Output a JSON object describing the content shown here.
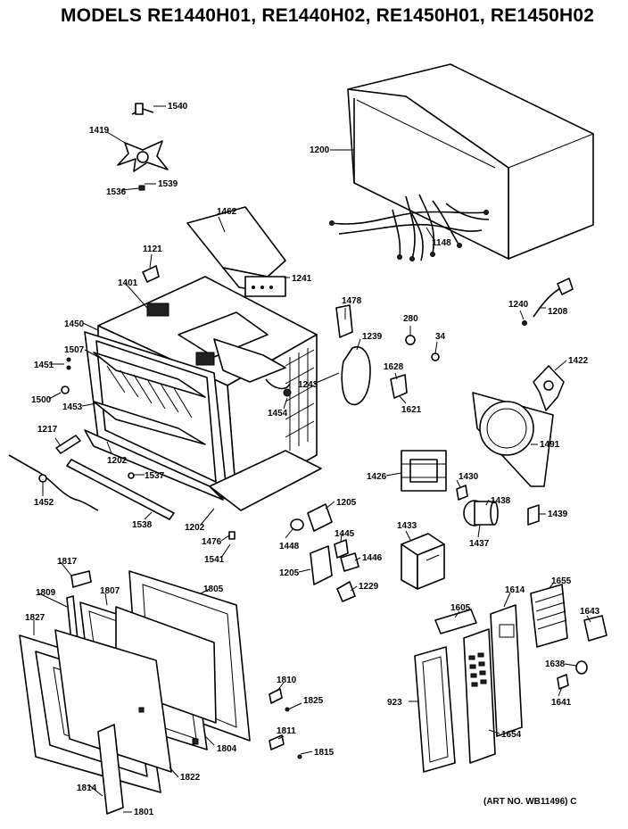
{
  "title": "MODELS RE1440H01, RE1440H02, RE1450H01, RE1450H02",
  "art_no": "(ART NO. WB11496) C",
  "part_numbers": [
    "1540",
    "1419",
    "1536",
    "1539",
    "1200",
    "1462",
    "1121",
    "1241",
    "1401",
    "1148",
    "1450",
    "1507",
    "1451",
    "1500",
    "1453",
    "1217",
    "1202",
    "1452",
    "1537",
    "1538",
    "1202",
    "1476",
    "1541",
    "1478",
    "280",
    "34",
    "1239",
    "1243",
    "1454",
    "1628",
    "1621",
    "1240",
    "1208",
    "1422",
    "1491",
    "1426",
    "1430",
    "1438",
    "1439",
    "1205",
    "1448",
    "1445",
    "1446",
    "1205",
    "1229",
    "1433",
    "1437",
    "1817",
    "1809",
    "1807",
    "1805",
    "1827",
    "1810",
    "1825",
    "1811",
    "1815",
    "1804",
    "1822",
    "1814",
    "1801",
    "1605",
    "1614",
    "1655",
    "1643",
    "1638",
    "1641",
    "923",
    "1654"
  ]
}
